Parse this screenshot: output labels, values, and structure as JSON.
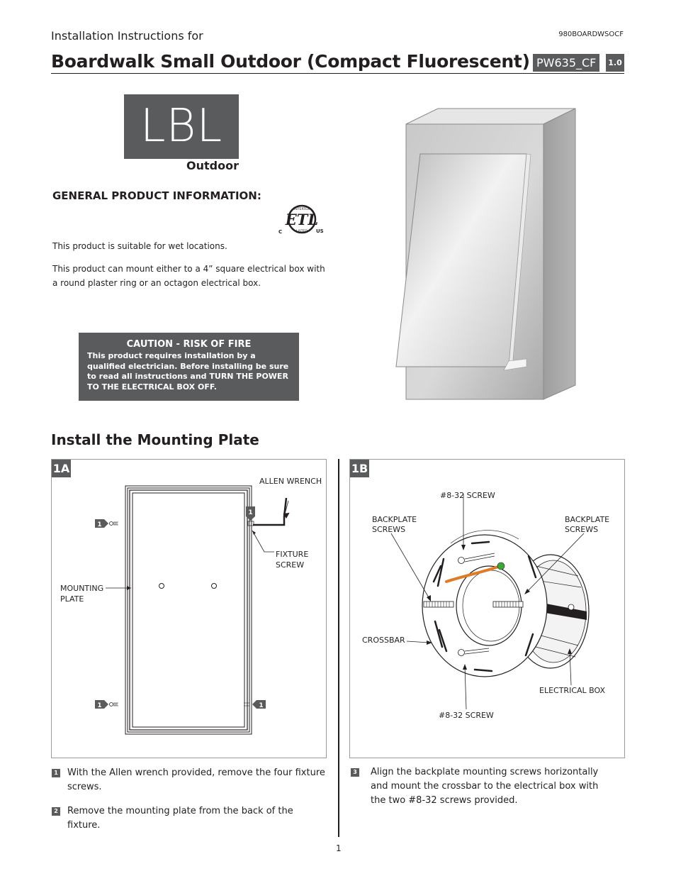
{
  "header": {
    "subtitle": "Installation Instructions for",
    "doc_code": "980BOARDWSOCF",
    "title": "Boardwalk Small Outdoor (Compact Fluorescent)",
    "model": "PW635_CF",
    "version": "1.0"
  },
  "logo": {
    "mark": "LBL",
    "sub": "Outdoor"
  },
  "general": {
    "heading": "GENERAL PRODUCT INFORMATION:",
    "p1": "This product is suitable for wet locations.",
    "p2": "This product can mount either to a 4” square electrical box with a round plaster ring or an octagon electrical box."
  },
  "certification": {
    "c": "C",
    "us": "US",
    "mark": "ETL",
    "top": "INTERTEK",
    "bottom": "LISTED"
  },
  "caution": {
    "title": "CAUTION - RISK OF FIRE",
    "body": "This product requires installation by a qualified electrician. Before installing be sure to read all instructions and TURN THE POWER TO THE ELECTRICAL BOX OFF."
  },
  "section": {
    "heading": "Install the Mounting Plate"
  },
  "panel_a": {
    "tag": "1A",
    "allen_wrench": "ALLEN WRENCH",
    "fixture_screw_1": "FIXTURE",
    "fixture_screw_2": "SCREW",
    "mounting_plate_1": "MOUNTING",
    "mounting_plate_2": "PLATE",
    "callout": "1"
  },
  "panel_b": {
    "tag": "1B",
    "screw_top": "#8-32 SCREW",
    "backplate_left_1": "BACKPLATE",
    "backplate_left_2": "SCREWS",
    "backplate_right_1": "BACKPLATE",
    "backplate_right_2": "SCREWS",
    "crossbar": "CROSSBAR",
    "electrical_box": "ELECTRICAL BOX",
    "screw_bottom": "#8-32 SCREW"
  },
  "steps": [
    {
      "num": "1",
      "text": "With the Allen wrench provided, remove the four fixture screws."
    },
    {
      "num": "2",
      "text": "Remove the mounting plate from the back of the fixture."
    },
    {
      "num": "3",
      "text": "Align the backplate mounting screws horizontally and mount the crossbar to the electrical box with the two #8-32 screws provided."
    }
  ],
  "page_number": "1",
  "colors": {
    "badge": "#5a5b5d",
    "wire": "#e07b25",
    "wire_tip": "#3aa935"
  }
}
